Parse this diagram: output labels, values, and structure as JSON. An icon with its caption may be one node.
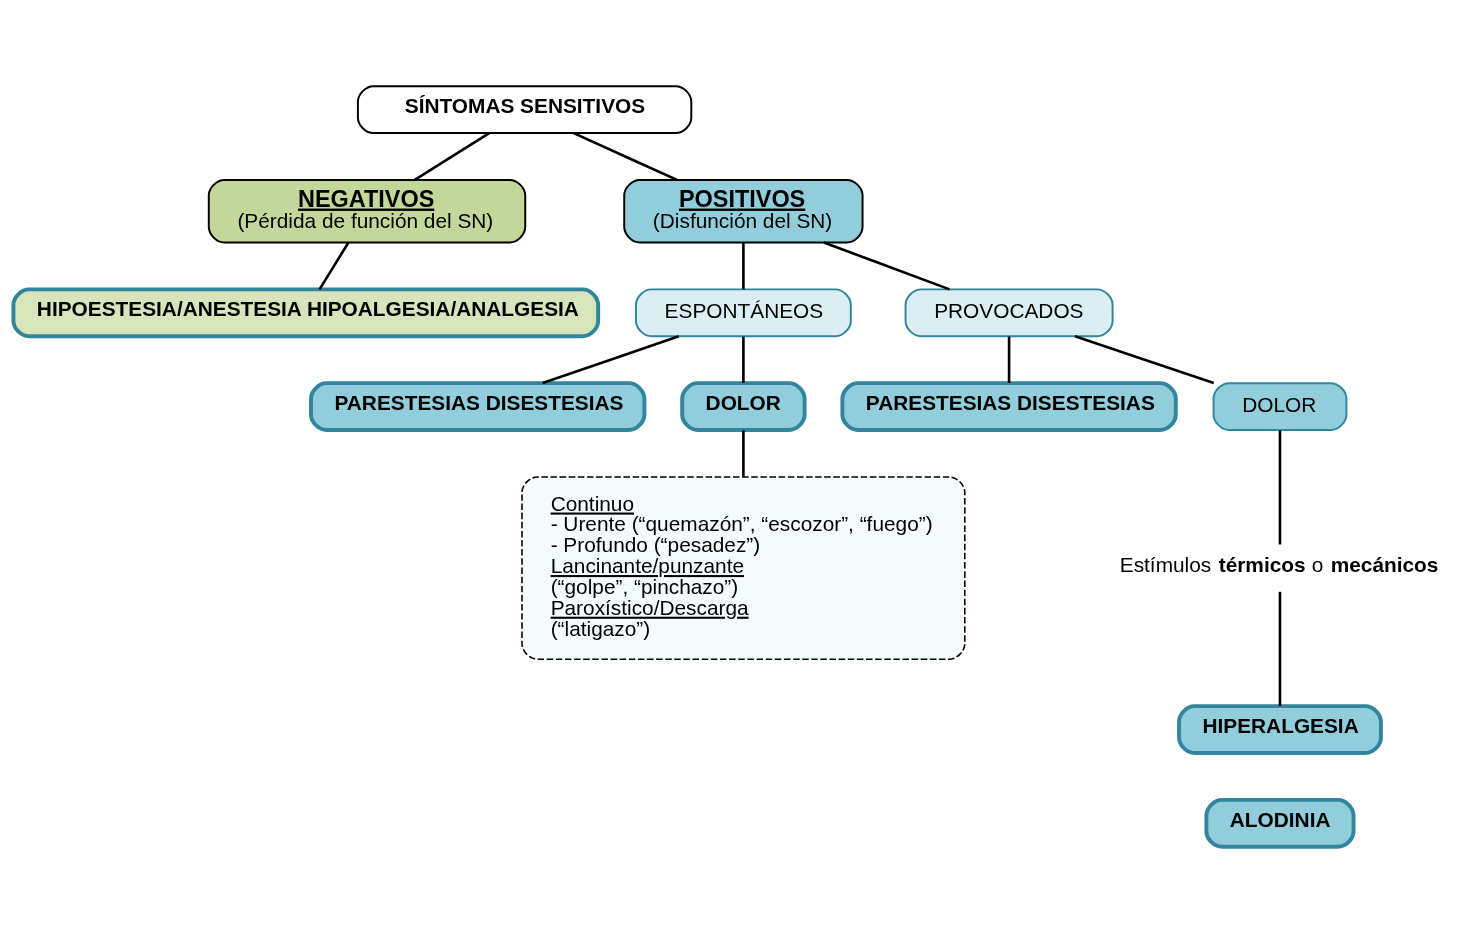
{
  "diagram": {
    "nodes": [
      {
        "text": [
          "SÍNTOMAS SENSITIVOS"
        ]
      },
      {
        "text": [
          "NEGATIVOS",
          "(Pérdida de función del SN)"
        ]
      },
      {
        "text": [
          "POSITIVOS",
          "(Disfunción del SN)"
        ]
      },
      {
        "text": [
          "HIPOESTESIA/ANESTESIA HIPOALGESIA/ANALGESIA"
        ]
      },
      {
        "text": [
          "ESPONTÁNEOS"
        ]
      },
      {
        "text": [
          "PROVOCADOS"
        ]
      },
      {
        "text": [
          "PARESTESIAS DISESTESIAS"
        ]
      },
      {
        "text": [
          "DOLOR"
        ]
      },
      {
        "text": [
          "PARESTESIAS DISESTESIAS"
        ]
      },
      {
        "text": [
          "DOLOR"
        ]
      },
      {
        "text": [
          "Continuo",
          "- Urente (“quemazón”, “escozor”, “fuego”)",
          "- Profundo (“pesadez”)",
          "Lancinante/punzante",
          "(“golpe”, “pinchazo”)",
          "Paroxístico/Descarga",
          "(“latigazo”)"
        ]
      },
      {
        "text": [
          "Estímulos **térmicos** o **mecánicos**"
        ]
      },
      {
        "text": [
          "HIPERALGESIA"
        ]
      },
      {
        "text": [
          "ALODINIA"
        ]
      }
    ],
    "edges": [
      {
        "from": 0,
        "to": 1,
        "arrow": "none"
      },
      {
        "from": 0,
        "to": 2,
        "arrow": "none"
      },
      {
        "from": 1,
        "to": 3,
        "arrow": "none"
      },
      {
        "from": 2,
        "to": 4,
        "arrow": "none"
      },
      {
        "from": 2,
        "to": 5,
        "arrow": "none"
      },
      {
        "from": 4,
        "to": 6,
        "arrow": "none"
      },
      {
        "from": 4,
        "to": 7,
        "arrow": "none"
      },
      {
        "from": 5,
        "to": 8,
        "arrow": "none"
      },
      {
        "from": 5,
        "to": 9,
        "arrow": "none"
      },
      {
        "from": 7,
        "to": 10,
        "arrow": "none"
      },
      {
        "from": 9,
        "to": 11,
        "arrow": "none"
      },
      {
        "from": 11,
        "to": 12,
        "arrow": "none"
      }
    ]
  }
}
